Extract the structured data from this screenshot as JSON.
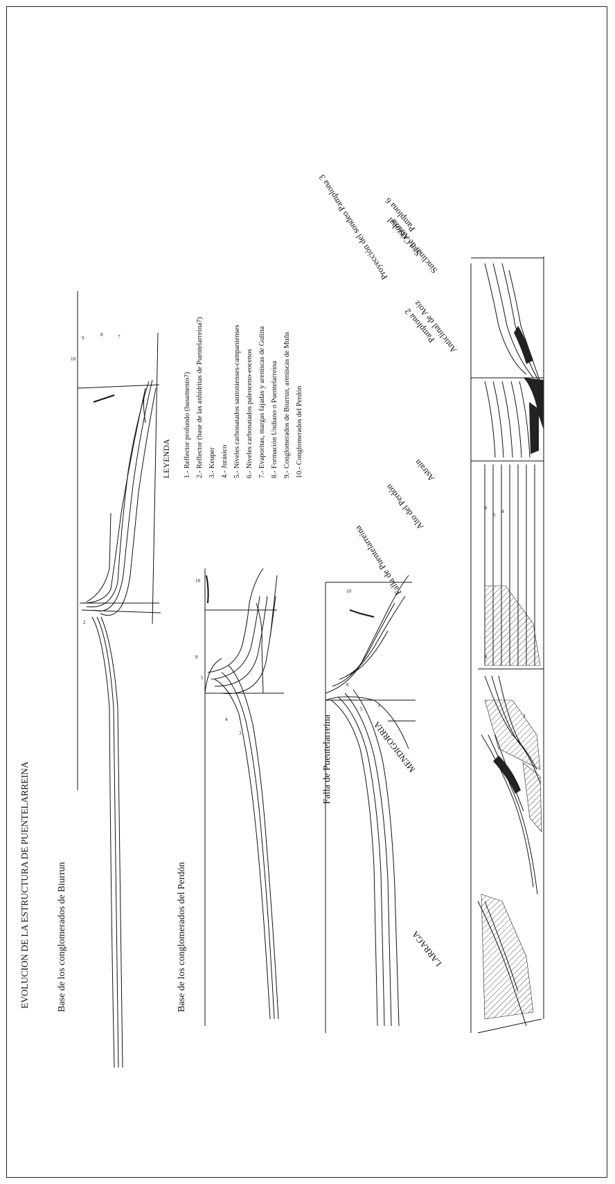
{
  "title": "EVOLUCION DE LA ESTRUCTURA DE PUENTELARREINA",
  "panels": {
    "biurrun": "Base de los conglomerados de Biurrun",
    "perdon": "Base de los conglomerados del Perdón",
    "falla": "Falla de Puentelarreina"
  },
  "legend": {
    "heading": "LEYENDA",
    "items": [
      "1.- Reflector profundo (basamento?)",
      "2.- Reflector (base de las anhidritas de Puentelarreina?)",
      "3.- Keuper",
      "4.- Jurásico",
      "5.- Niveles carbonatados santonienses-campanienses",
      "6.- Niveles carbonatados paleoceno-eocenos",
      "7.- Evaporitas, margas fajadas y areniscas de Gulina",
      "8.- Formación Undiano o Puentelarreina",
      "9.- Conglomerados de Biurrun, areniscas de Muñs",
      "10.- Conglomerados del Perdón"
    ]
  },
  "section_labels": {
    "pamplona6": "Pamplona 6",
    "san_cristobal": "San Cristobal",
    "sinclinal_alzuza": "Sinclinal de Alzuza",
    "pamplona3": "Proyección del sondeo Pamplona 3",
    "pamplona2": "Pamplona 2",
    "anticlinal_aoiz": "Anticlinal de Aoiz",
    "astrain": "Astrain",
    "alto_perdon": "Alto del Perdón",
    "falla_puente": "Falla de Puentelarreina",
    "mendigorria": "MENDIGORRIA",
    "larraga": "LARRAGA"
  },
  "unit_numbers": [
    "1",
    "2",
    "3",
    "4",
    "5",
    "6",
    "7",
    "8",
    "9",
    "10"
  ]
}
